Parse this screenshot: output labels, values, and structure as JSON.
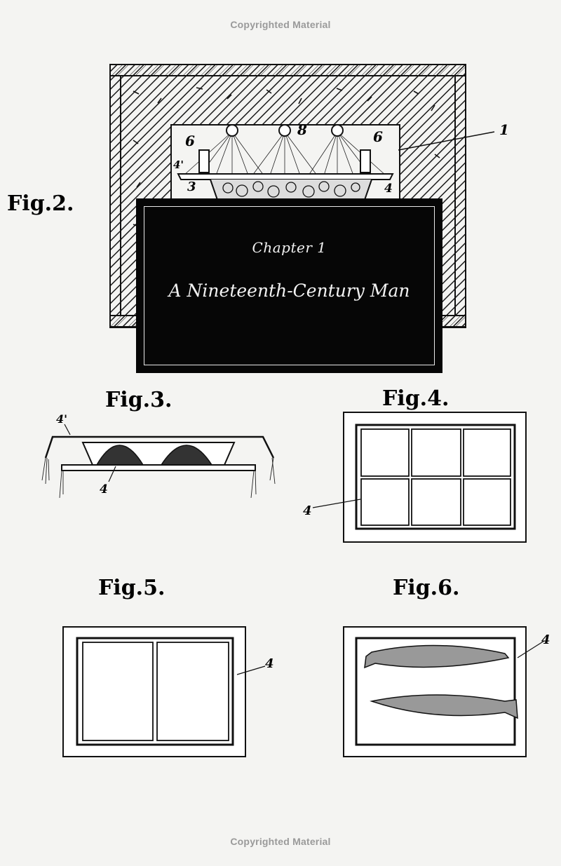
{
  "watermark": {
    "top": "Copyrighted Material",
    "bottom": "Copyrighted Material"
  },
  "chapter": {
    "number": "Chapter 1",
    "title": "A Nineteenth-Century Man"
  },
  "figures": {
    "fig2": {
      "label": "Fig.2.",
      "callouts": [
        "1",
        "6",
        "8",
        "6",
        "4'",
        "3",
        "4"
      ]
    },
    "fig3": {
      "label": "Fig.3.",
      "callouts": [
        "4'",
        "4"
      ]
    },
    "fig4": {
      "label": "Fig.4.",
      "callouts": [
        "4"
      ]
    },
    "fig5": {
      "label": "Fig.5.",
      "callouts": [
        "4"
      ]
    },
    "fig6": {
      "label": "Fig.6.",
      "callouts": [
        "4"
      ]
    }
  }
}
